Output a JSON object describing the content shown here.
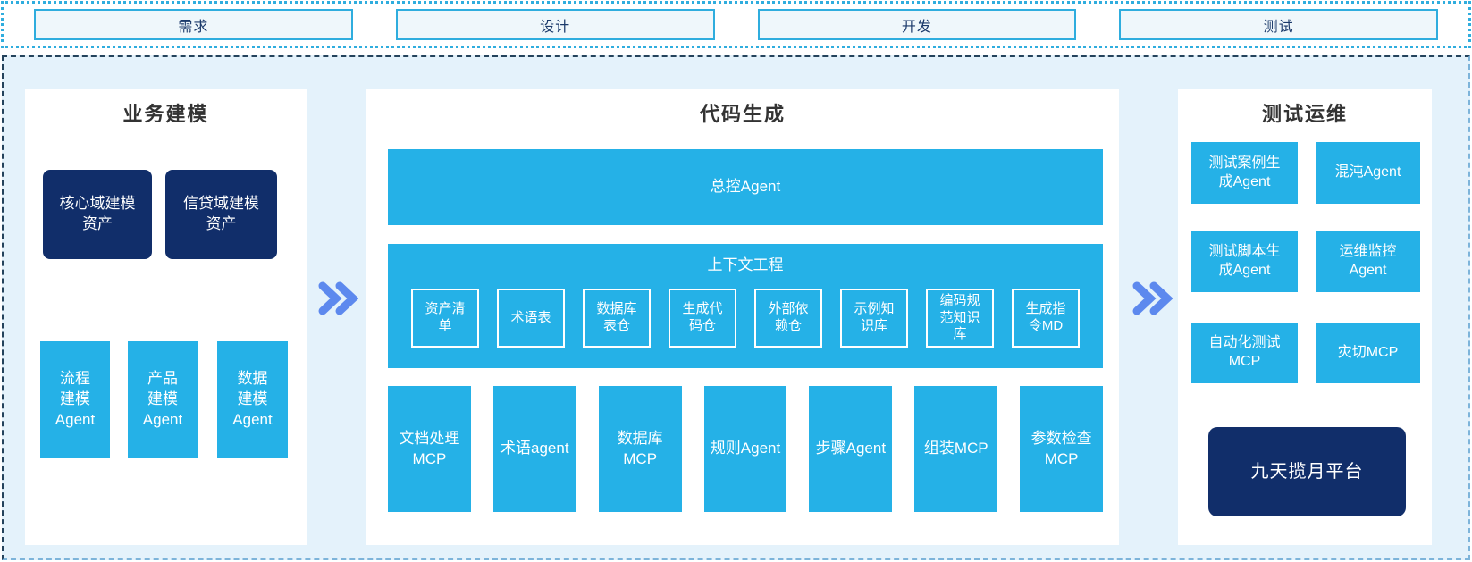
{
  "colors": {
    "cyan": "#25b1e7",
    "navy": "#112e6a",
    "panel-bg": "#ffffff",
    "canvas-bg": "#e4f2fb",
    "accent-border": "#2fadde",
    "chevron": "#5d89ee",
    "title-text": "#333333",
    "phase-text": "#1b3a6b"
  },
  "phases": [
    "需求",
    "设计",
    "开发",
    "测试"
  ],
  "business_modeling": {
    "title": "业务建模",
    "asset_boxes": [
      "核心域建模\n资产",
      "信贷域建模\n资产"
    ],
    "agent_boxes": [
      "流程\n建模\nAgent",
      "产品\n建模\nAgent",
      "数据\n建模\nAgent"
    ]
  },
  "code_generation": {
    "title": "代码生成",
    "master_agent": "总控Agent",
    "context_engineering": {
      "title": "上下文工程",
      "items": [
        "资产清\n单",
        "术语表",
        "数据库\n表仓",
        "生成代\n码仓",
        "外部依\n赖仓",
        "示例知\n识库",
        "编码规\n范知识\n库",
        "生成指\n令MD"
      ]
    },
    "tools": [
      "文档处理\nMCP",
      "术语agent",
      "数据库\nMCP",
      "规则Agent",
      "步骤Agent",
      "组装MCP",
      "参数检查\nMCP"
    ]
  },
  "test_ops": {
    "title": "测试运维",
    "boxes": [
      "测试案例生\n成Agent",
      "混沌Agent",
      "测试脚本生\n成Agent",
      "运维监控\nAgent",
      "自动化测试\nMCP",
      "灾切MCP"
    ],
    "platform": "九天揽月平台"
  }
}
